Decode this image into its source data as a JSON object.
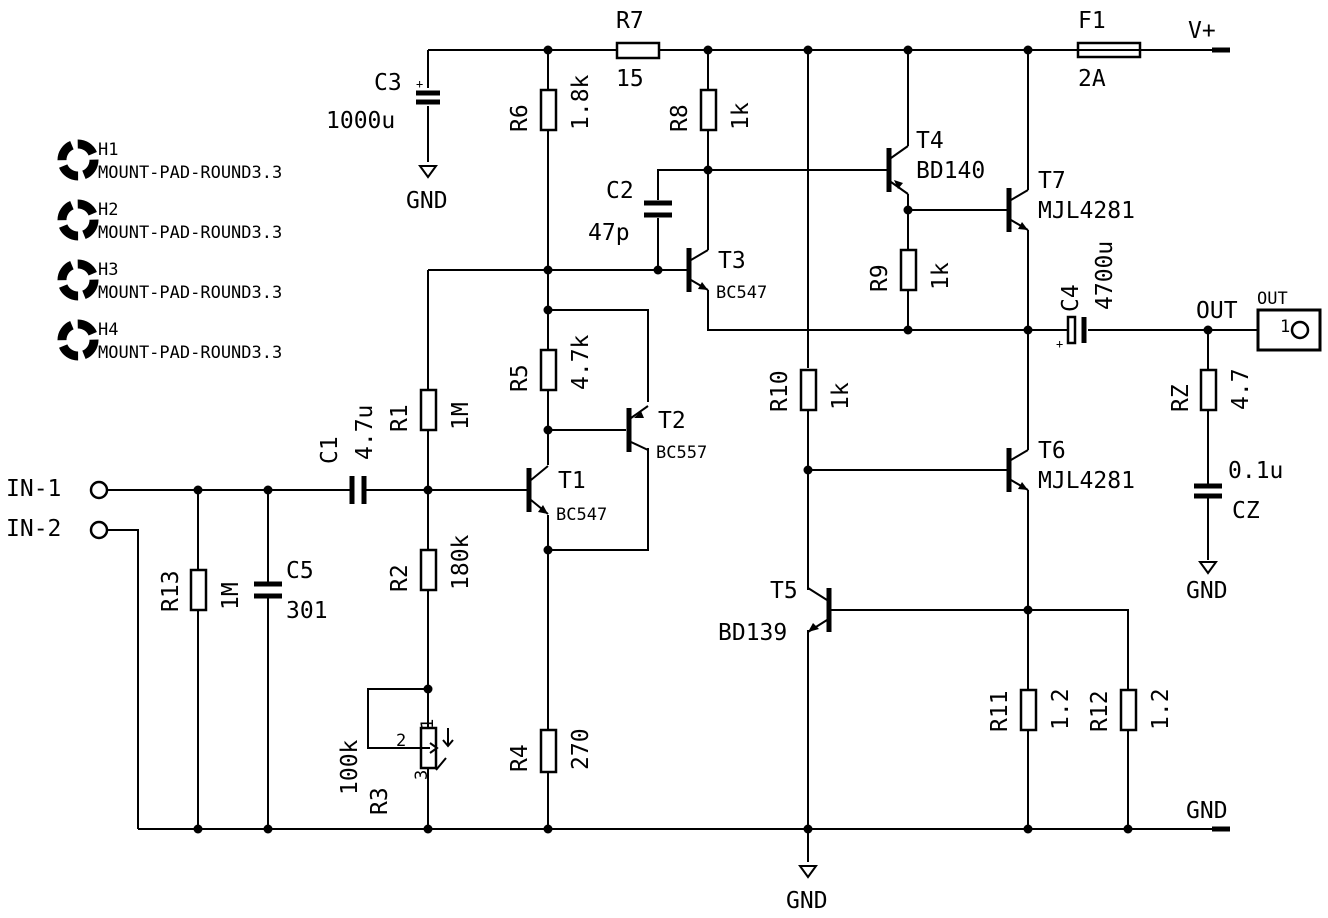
{
  "components": {
    "r7": {
      "ref": "R7",
      "value": "15"
    },
    "f1": {
      "ref": "F1",
      "value": "2A"
    },
    "vplus": {
      "label": "V+"
    },
    "c3": {
      "ref": "C3",
      "value": "1000u"
    },
    "gnd": "GND",
    "r6": {
      "ref": "R6",
      "value": "1.8k"
    },
    "r8": {
      "ref": "R8",
      "value": "1k"
    },
    "c2": {
      "ref": "C2",
      "value": "47p"
    },
    "t4": {
      "ref": "T4",
      "value": "BD140"
    },
    "t7": {
      "ref": "T7",
      "value": "MJL4281"
    },
    "t3": {
      "ref": "T3",
      "value": "BC547"
    },
    "r9": {
      "ref": "R9",
      "value": "1k"
    },
    "c4": {
      "ref": "C4",
      "value": "4700u"
    },
    "out": {
      "label": "OUT",
      "conn": "OUT",
      "pin": "1"
    },
    "rz": {
      "ref": "RZ",
      "value": "4.7"
    },
    "cz": {
      "ref": "CZ",
      "value": "0.1u"
    },
    "r5": {
      "ref": "R5",
      "value": "4.7k"
    },
    "t2": {
      "ref": "T2",
      "value": "BC557"
    },
    "r10": {
      "ref": "R10",
      "value": "1k"
    },
    "t6": {
      "ref": "T6",
      "value": "MJL4281"
    },
    "r1": {
      "ref": "R1",
      "value": "1M"
    },
    "c1": {
      "ref": "C1",
      "value": "4.7u"
    },
    "t1": {
      "ref": "T1",
      "value": "BC547"
    },
    "in1": "IN-1",
    "in2": "IN-2",
    "r13": {
      "ref": "R13",
      "value": "1M"
    },
    "c5": {
      "ref": "C5",
      "value": "301"
    },
    "r2": {
      "ref": "R2",
      "value": "180k"
    },
    "t5": {
      "ref": "T5",
      "value": "BD139"
    },
    "r3": {
      "ref": "R3",
      "value": "100k",
      "pin1": "1",
      "pin2": "2",
      "pin3": "3"
    },
    "r4": {
      "ref": "R4",
      "value": "270"
    },
    "r11": {
      "ref": "R11",
      "value": "1.2"
    },
    "r12": {
      "ref": "R12",
      "value": "1.2"
    },
    "h1": {
      "ref": "H1",
      "value": "MOUNT-PAD-ROUND3.3"
    },
    "h2": {
      "ref": "H2",
      "value": "MOUNT-PAD-ROUND3.3"
    },
    "h3": {
      "ref": "H3",
      "value": "MOUNT-PAD-ROUND3.3"
    },
    "h4": {
      "ref": "H4",
      "value": "MOUNT-PAD-ROUND3.3"
    }
  }
}
